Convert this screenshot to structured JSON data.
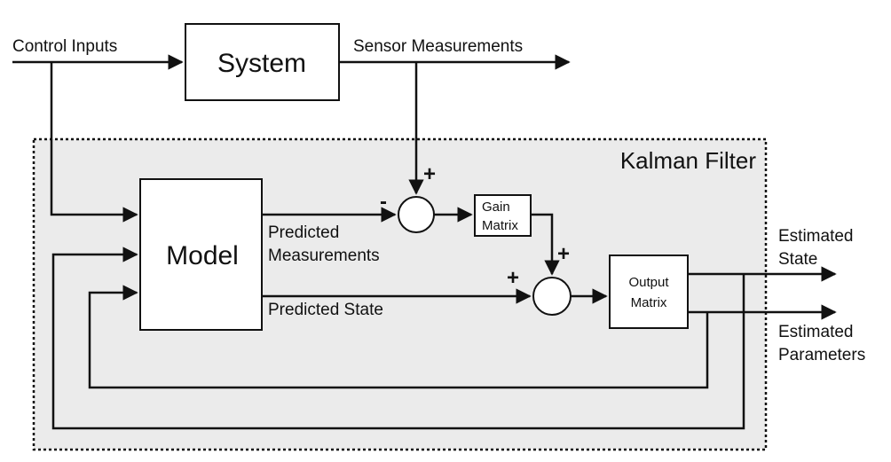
{
  "diagram": {
    "labels": {
      "control_inputs": "Control Inputs",
      "system": "System",
      "sensor_measurements": "Sensor Measurements",
      "kalman_filter": "Kalman Filter",
      "model": "Model",
      "predicted_measurements_line1": "Predicted",
      "predicted_measurements_line2": "Measurements",
      "predicted_state": "Predicted State",
      "gain_matrix_line1": "Gain",
      "gain_matrix_line2": "Matrix",
      "output_matrix_line1": "Output",
      "output_matrix_line2": "Matrix",
      "estimated_state_line1": "Estimated",
      "estimated_state_line2": "State",
      "estimated_parameters_line1": "Estimated",
      "estimated_parameters_line2": "Parameters"
    },
    "signs": {
      "sum1_top": "+",
      "sum1_left": "-",
      "sum2_top": "+",
      "sum2_left": "+"
    }
  }
}
